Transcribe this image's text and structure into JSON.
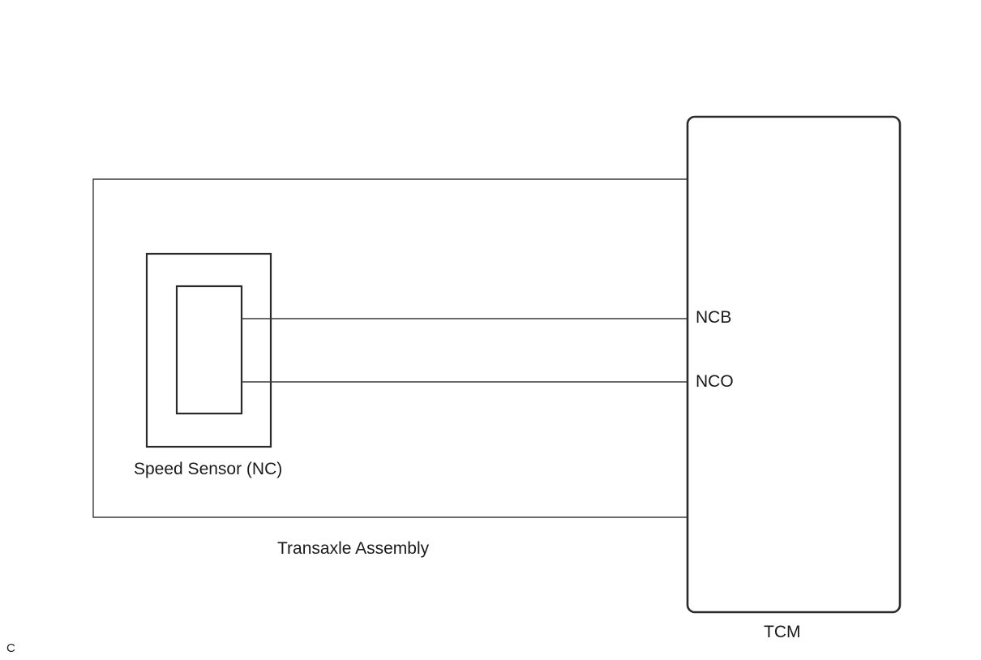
{
  "diagram": {
    "transaxle_label": "Transaxle Assembly",
    "sensor_label": "Speed Sensor (NC)",
    "ecu_label": "TCM",
    "pins": [
      {
        "name": "NCB"
      },
      {
        "name": "NCO"
      }
    ],
    "corner_mark": "C"
  },
  "colors": {
    "line": "#3a3a3a",
    "text": "#1a1a1a",
    "background": "#ffffff"
  }
}
